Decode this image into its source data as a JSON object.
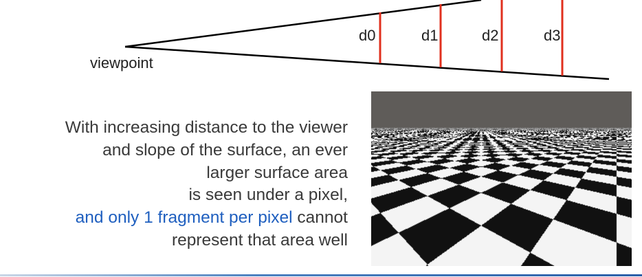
{
  "diagram": {
    "viewpoint_label": "viewpoint",
    "distance_labels": [
      "d0",
      "d1",
      "d2",
      "d3"
    ],
    "line_color": "#000000",
    "distance_marker_color": "#e0301e"
  },
  "explanation": {
    "lines": [
      "With increasing distance to the viewer",
      "and slope of the surface, an ever",
      "larger surface area",
      "is seen under a pixel,"
    ],
    "highlight": "and only 1 fragment per pixel",
    "line5_rest": " cannot",
    "line6": "represent that area well",
    "text_color": "#3a3a3a",
    "highlight_color": "#1f5fbf"
  },
  "rendering": {
    "description_icon": "checkerboard-perspective-render",
    "sky_color": "#5f5c59",
    "checker_colors": [
      "#111111",
      "#f4f4f4"
    ]
  },
  "footer": {
    "rule_color": "#2a5ea8"
  }
}
